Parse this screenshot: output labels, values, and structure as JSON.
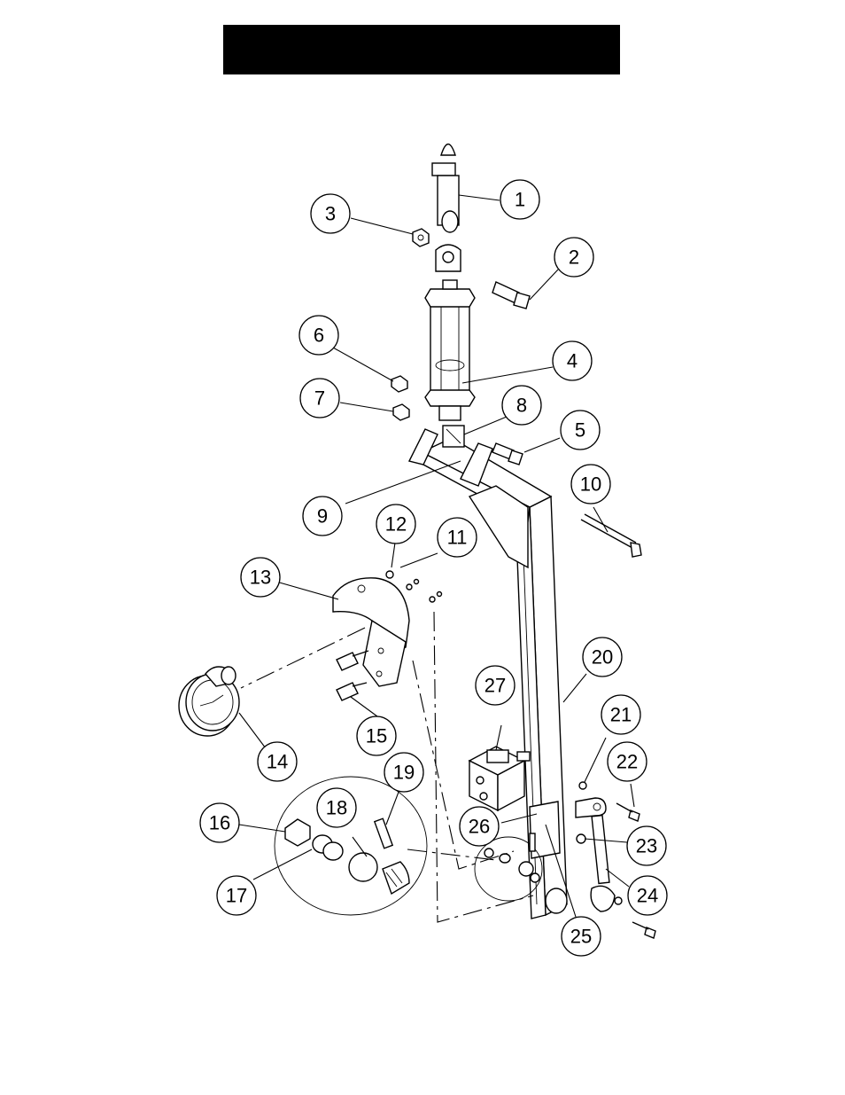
{
  "colors": {
    "title_bar": "#000000",
    "line": "#000000",
    "background": "#ffffff"
  },
  "callouts": [
    {
      "id": "1",
      "label": "1"
    },
    {
      "id": "2",
      "label": "2"
    },
    {
      "id": "3",
      "label": "3"
    },
    {
      "id": "4",
      "label": "4"
    },
    {
      "id": "5",
      "label": "5"
    },
    {
      "id": "6",
      "label": "6"
    },
    {
      "id": "7",
      "label": "7"
    },
    {
      "id": "8",
      "label": "8"
    },
    {
      "id": "9",
      "label": "9"
    },
    {
      "id": "10",
      "label": "10"
    },
    {
      "id": "11",
      "label": "11"
    },
    {
      "id": "12",
      "label": "12"
    },
    {
      "id": "13",
      "label": "13"
    },
    {
      "id": "14",
      "label": "14"
    },
    {
      "id": "15",
      "label": "15"
    },
    {
      "id": "16",
      "label": "16"
    },
    {
      "id": "17",
      "label": "17"
    },
    {
      "id": "18",
      "label": "18"
    },
    {
      "id": "19",
      "label": "19"
    },
    {
      "id": "20",
      "label": "20"
    },
    {
      "id": "21",
      "label": "21"
    },
    {
      "id": "22",
      "label": "22"
    },
    {
      "id": "23",
      "label": "23"
    },
    {
      "id": "24",
      "label": "24"
    },
    {
      "id": "25",
      "label": "25"
    },
    {
      "id": "26",
      "label": "26"
    },
    {
      "id": "27",
      "label": "27"
    }
  ]
}
